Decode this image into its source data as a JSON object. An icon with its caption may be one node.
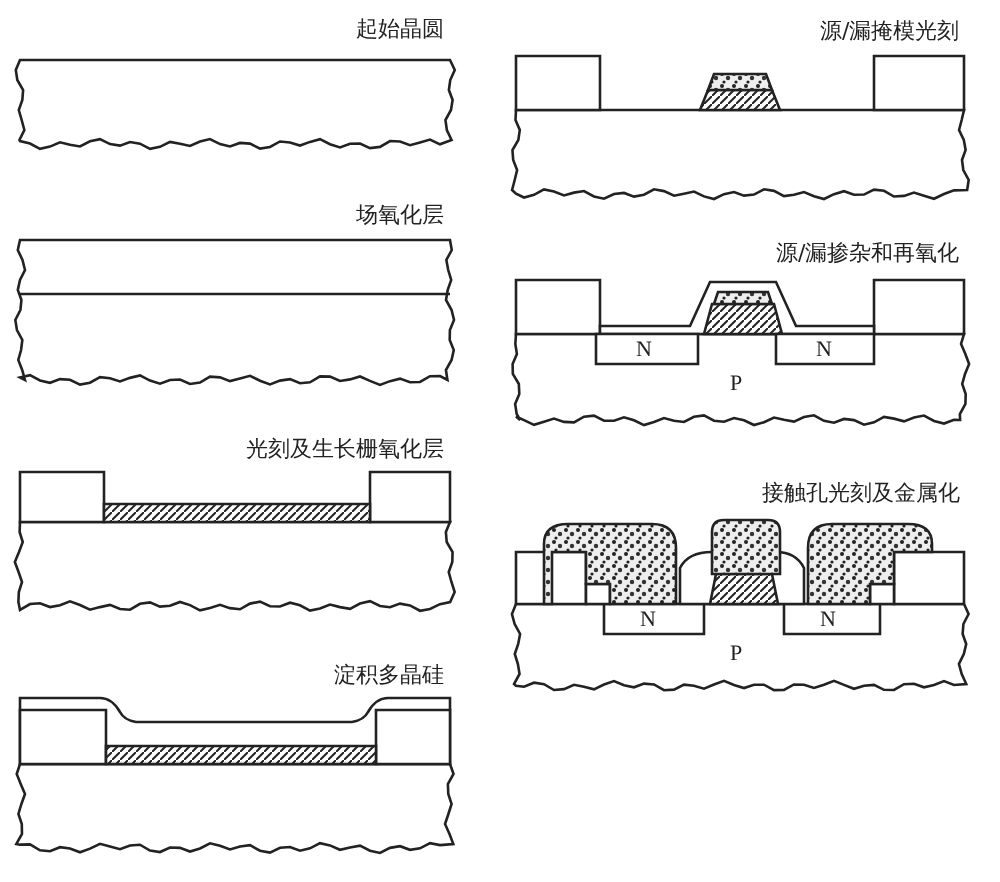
{
  "diagram": {
    "labels": [
      "起始晶圆",
      "场氧化层",
      "光刻及生长栅氧化层",
      "淀积多晶硅",
      "源/漏掩模光刻",
      "源/漏掺杂和再氧化",
      "N",
      "N",
      "P",
      "接触孔光刻及金属化",
      "N",
      "N",
      "P"
    ]
  }
}
